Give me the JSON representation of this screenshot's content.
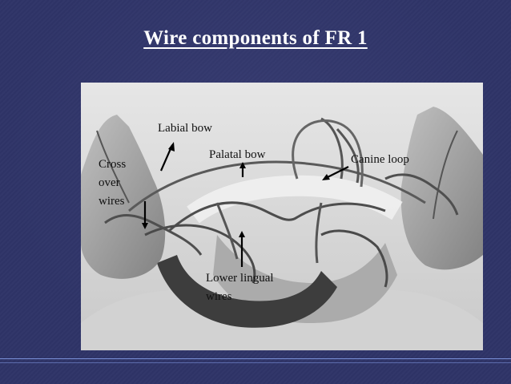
{
  "slide": {
    "title": "Wire components of FR 1"
  },
  "labels": {
    "labial_bow": "Labial bow",
    "palatal_bow": "Palatal bow",
    "canine_loop": "Canine loop",
    "cross_over_line1": "Cross",
    "cross_over_line2": "over",
    "cross_over_line3": "wires",
    "lower_lingual_line1": "Lower lingual",
    "lower_lingual_line2": "wires"
  },
  "colors": {
    "slide_background": "#2f3468",
    "title_text": "#ffffff",
    "photo_background": "#dcdcdc",
    "label_text": "#111111",
    "footer_rule": "#7a90d8"
  }
}
